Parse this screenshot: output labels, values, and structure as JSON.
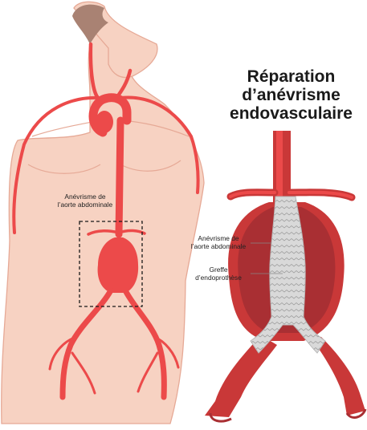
{
  "title": {
    "lines": [
      "Réparation",
      "d’anévrisme",
      "endovasculaire"
    ]
  },
  "body_label": {
    "lines": [
      "Anévrisme de",
      "l’aorte abdominale"
    ]
  },
  "detail_labels": {
    "aneurysm": [
      "Anévrisme de",
      "l’aorte abdominale"
    ],
    "graft": [
      "Greffe",
      "d’endoprothèse"
    ]
  },
  "colors": {
    "skin": "#f7d2c2",
    "skin_outline": "#e6a996",
    "hair": "#a98273",
    "artery": "#ec4a4a",
    "artery_dark": "#c93838",
    "artery_deep": "#a92f33",
    "graft": "#d9d9d9"
  }
}
